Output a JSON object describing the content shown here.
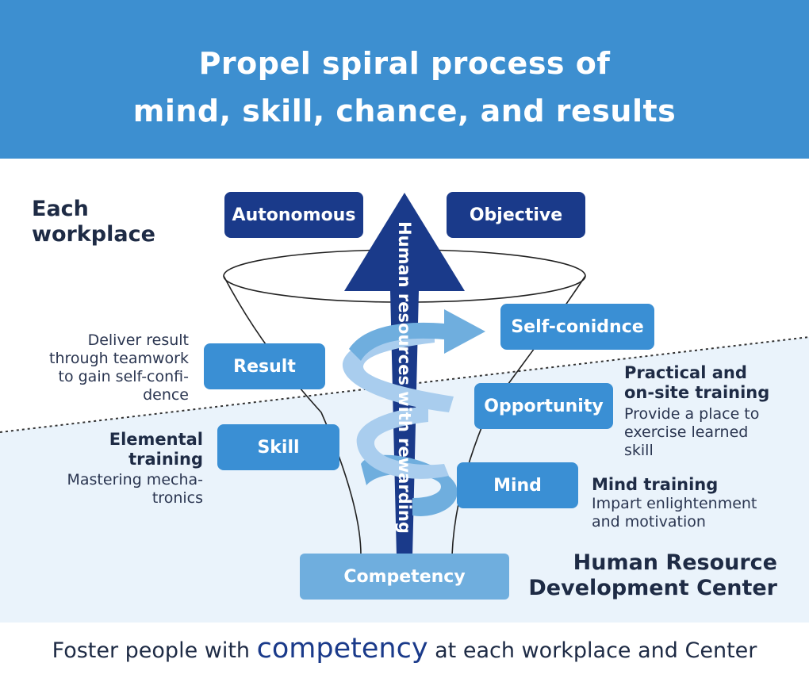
{
  "header": {
    "title_line1": "Propel spiral process of",
    "title_line2": "mind, skill, chance, and results"
  },
  "labels": {
    "each_workplace_l1": "Each",
    "each_workplace_l2": "workplace",
    "hrdc_l1": "Human Resource",
    "hrdc_l2": "Development Center"
  },
  "boxes": {
    "autonomous": "Autonomous",
    "objective": "Objective",
    "self_confidence": "Self-conidnce",
    "result": "Result",
    "opportunity": "Opportunity",
    "skill": "Skill",
    "mind": "Mind",
    "competency": "Competency"
  },
  "arrow_label": "Human resources with rewarding",
  "annotations": {
    "result_desc": [
      "Deliver result",
      "through teamwork",
      "to gain self-confi-",
      "dence"
    ],
    "practical_title": [
      "Practical and",
      "on-site training"
    ],
    "practical_desc": [
      "Provide a place to",
      "exercise learned",
      "skill"
    ],
    "elemental_title": [
      "Elemental",
      "training"
    ],
    "elemental_desc": [
      "Mastering mecha-",
      "tronics"
    ],
    "mind_title": "Mind training",
    "mind_desc": [
      "Impart enlightenment",
      "and motivation"
    ]
  },
  "footer": {
    "prefix": "Foster people with",
    "highlight": "competency",
    "suffix": "at each workplace and Center"
  },
  "colors": {
    "header_bg": "#3d8fd0",
    "navy": "#1a3a8a",
    "mid_blue": "#3a8fd4",
    "light_blue": "#6faede",
    "center_bg": "#eaf3fb"
  }
}
